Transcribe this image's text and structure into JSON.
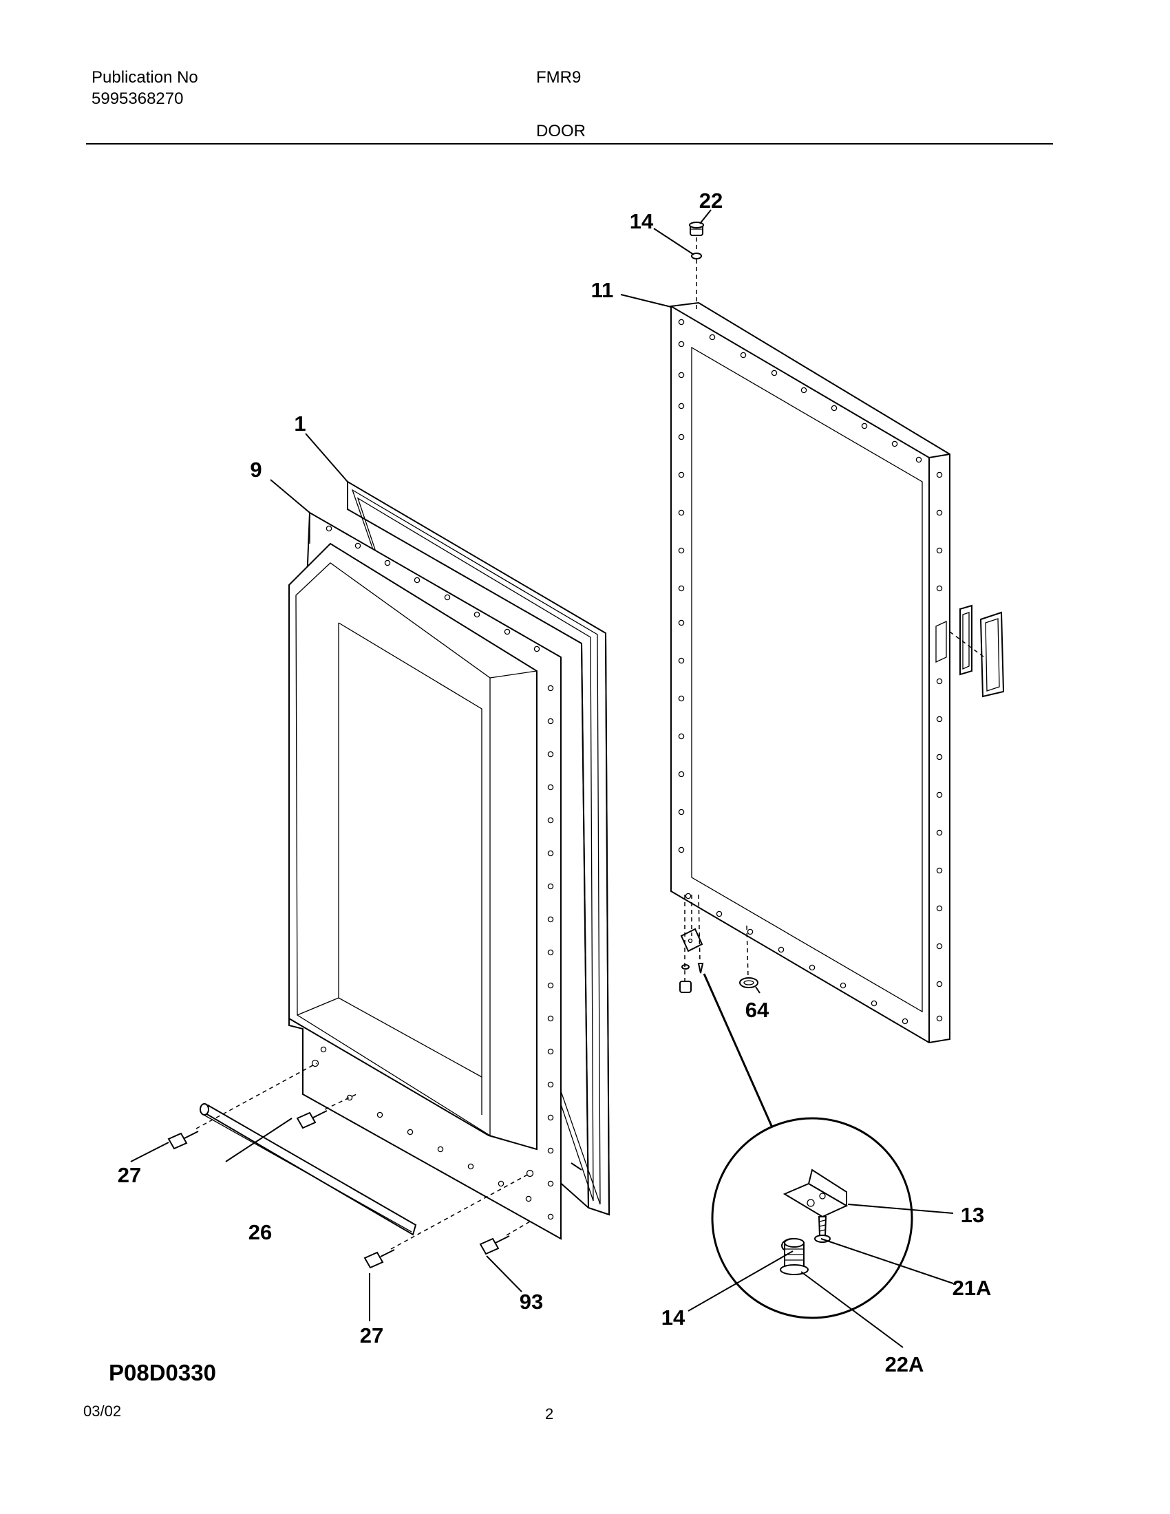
{
  "header": {
    "publication_label": "Publication No",
    "publication_number": "5995368270",
    "model": "FMR9",
    "section": "DOOR"
  },
  "callouts": {
    "c1": "1",
    "c9": "9",
    "c11": "11",
    "c13": "13",
    "c14_top": "14",
    "c14_detail": "14",
    "c21a": "21A",
    "c22": "22",
    "c22a": "22A",
    "c26": "26",
    "c27_left": "27",
    "c27_bottom": "27",
    "c64": "64",
    "c93": "93"
  },
  "footer": {
    "drawing_code": "P08D0330",
    "date": "03/02",
    "page_number": "2"
  }
}
